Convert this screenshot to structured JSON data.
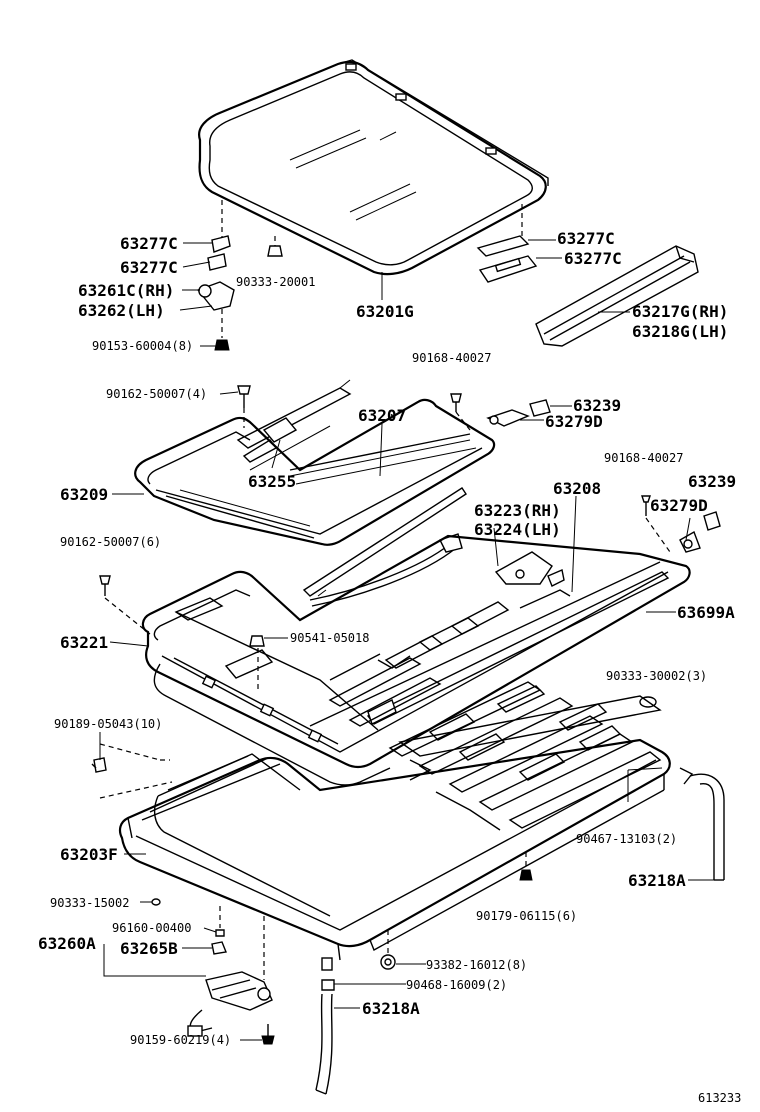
{
  "diagram_id": "613233",
  "labels": {
    "l63277C_a": "63277C",
    "l63277C_b": "63277C",
    "l63261C": "63261C(RH)",
    "l63262": "63262(LH)",
    "l90153": "90153-60004(8)",
    "l90333_20001": "90333-20001",
    "l63201G": "63201G",
    "l63277C_c": "63277C",
    "l63277C_d": "63277C",
    "l63217G": "63217G(RH)",
    "l63218G": "63218G(LH)",
    "l90168_a": "90168-40027",
    "l90162_a": "90162-50007(4)",
    "l63207": "63207",
    "l63239_a": "63239",
    "l63279D_a": "63279D",
    "l63209": "63209",
    "l63255": "63255",
    "l90168_b": "90168-40027",
    "l63239_b": "63239",
    "l63208": "63208",
    "l63279D_b": "63279D",
    "l63223": "63223(RH)",
    "l63224": "63224(LH)",
    "l90162_b": "90162-50007(6)",
    "l63699A": "63699A",
    "l63221": "63221",
    "l90541": "90541-05018",
    "l90333_30002": "90333-30002(3)",
    "l90189": "90189-05043(10)",
    "l90467": "90467-13103(2)",
    "l63203F": "63203F",
    "l63218A_a": "63218A",
    "l90333_15002": "90333-15002",
    "l96160": "96160-00400",
    "l90179": "90179-06115(6)",
    "l63260A": "63260A",
    "l63265B": "63265B",
    "l93382": "93382-16012(8)",
    "l90468": "90468-16009(2)",
    "l63218A_b": "63218A",
    "l90159": "90159-60219(4)"
  }
}
